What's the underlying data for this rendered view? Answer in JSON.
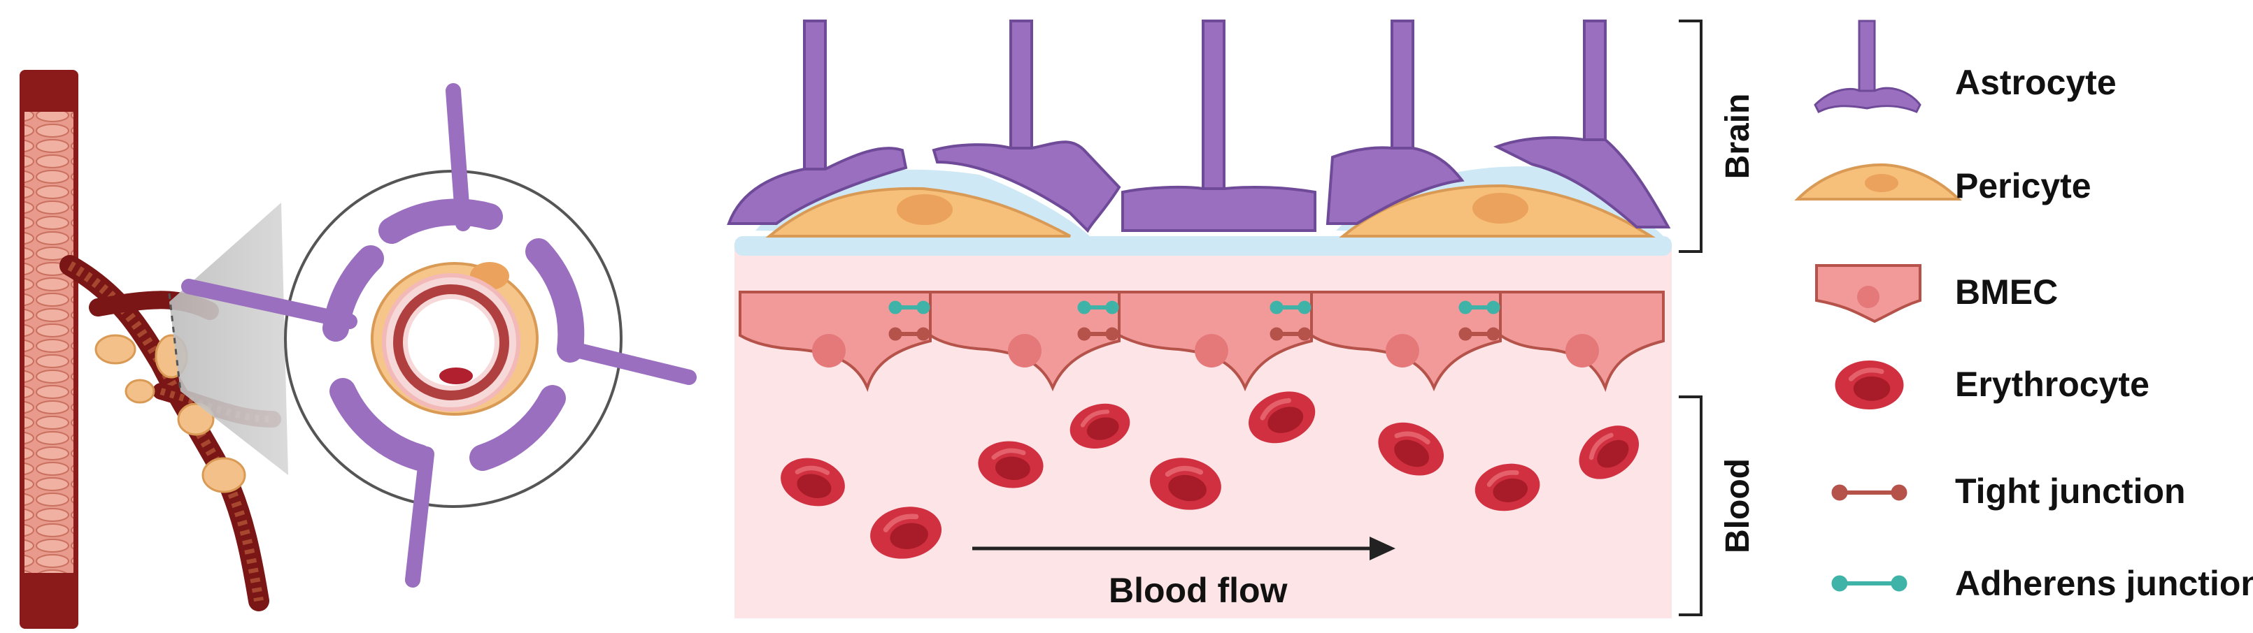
{
  "diagram": {
    "region_labels": {
      "brain": "Brain",
      "blood": "Blood"
    },
    "flow_label": "Blood flow",
    "legend": [
      {
        "key": "astrocyte",
        "label": "Astrocyte",
        "icon": "astrocyte-icon",
        "color": "#9a6fbf"
      },
      {
        "key": "pericyte",
        "label": "Pericyte",
        "icon": "pericyte-icon",
        "color": "#f7c07a"
      },
      {
        "key": "bmec",
        "label": "BMEC",
        "icon": "bmec-icon",
        "color": "#f29a9a"
      },
      {
        "key": "erythrocyte",
        "label": "Erythrocyte",
        "icon": "erythrocyte-icon",
        "color": "#d0303f"
      },
      {
        "key": "tight_junction",
        "label": "Tight junction",
        "icon": "tight-junction-icon",
        "color": "#b5524a"
      },
      {
        "key": "adherens_junction",
        "label": "Adherens junction",
        "icon": "adherens-junction-icon",
        "color": "#3fb3a8"
      }
    ],
    "colors": {
      "astrocyte": "#9a6fbf",
      "astrocyte_stroke": "#6f4a98",
      "pericyte": "#f7c07a",
      "bmec": "#f29a9a",
      "blood_bg": "#fde4e6",
      "basement": "#cfe8f5",
      "rbc": "#d0303f",
      "vessel": "#8b1a1a"
    }
  }
}
